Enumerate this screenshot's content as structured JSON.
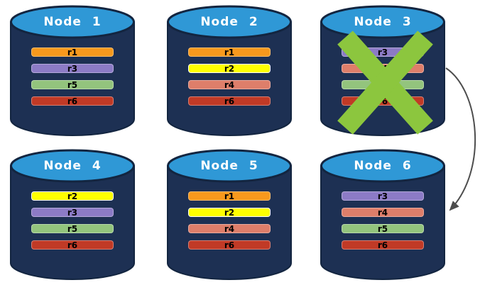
{
  "background": "#FFFFFF",
  "colors": {
    "cylinder_body": "#1D3053",
    "cylinder_outline": "#132540",
    "cylinder_top": "#2F98D6",
    "node_title_text": "#FFFFFF",
    "bar_label_text": "#000000",
    "failure_x": "#8CC63E",
    "arrow": "#4D4D4D",
    "replica_colors": {
      "r1": "#F8991D",
      "r2": "#FFFF00",
      "r3": "#8C7BC6",
      "r4": "#DE7E6A",
      "r5": "#93C47D",
      "r6": "#C13A26"
    }
  },
  "nodes": [
    {
      "id": "node-1",
      "label": "Node 1",
      "failed": false,
      "replicas": [
        {
          "label": "r1",
          "color": "#F8991D"
        },
        {
          "label": "r3",
          "color": "#8C7BC6"
        },
        {
          "label": "r5",
          "color": "#93C47D"
        },
        {
          "label": "r6",
          "color": "#C13A26"
        }
      ]
    },
    {
      "id": "node-2",
      "label": "Node 2",
      "failed": false,
      "replicas": [
        {
          "label": "r1",
          "color": "#F8991D"
        },
        {
          "label": "r2",
          "color": "#FFFF00",
          "highlight": true
        },
        {
          "label": "r4",
          "color": "#DE7E6A"
        },
        {
          "label": "r6",
          "color": "#C13A26"
        }
      ]
    },
    {
      "id": "node-3",
      "label": "Node 3",
      "failed": true,
      "replicas": [
        {
          "label": "r3",
          "color": "#8C7BC6"
        },
        {
          "label": "r4",
          "color": "#DE7E6A"
        },
        {
          "label": "r5",
          "color": "#93C47D"
        },
        {
          "label": "r6",
          "color": "#C13A26"
        }
      ]
    },
    {
      "id": "node-4",
      "label": "Node 4",
      "failed": false,
      "replicas": [
        {
          "label": "r2",
          "color": "#FFFF00",
          "highlight": true
        },
        {
          "label": "r3",
          "color": "#8C7BC6"
        },
        {
          "label": "r5",
          "color": "#93C47D"
        },
        {
          "label": "r6",
          "color": "#C13A26"
        }
      ]
    },
    {
      "id": "node-5",
      "label": "Node 5",
      "failed": false,
      "replicas": [
        {
          "label": "r1",
          "color": "#F8991D"
        },
        {
          "label": "r2",
          "color": "#FFFF00",
          "highlight": true
        },
        {
          "label": "r4",
          "color": "#DE7E6A"
        },
        {
          "label": "r6",
          "color": "#C13A26"
        }
      ]
    },
    {
      "id": "node-6",
      "label": "Node 6",
      "failed": false,
      "replicas": [
        {
          "label": "r3",
          "color": "#8C7BC6"
        },
        {
          "label": "r4",
          "color": "#DE7E6A"
        },
        {
          "label": "r5",
          "color": "#93C47D"
        },
        {
          "label": "r6",
          "color": "#C13A26"
        }
      ]
    }
  ],
  "arrow": {
    "from": "Node 3",
    "to": "Node 6"
  }
}
